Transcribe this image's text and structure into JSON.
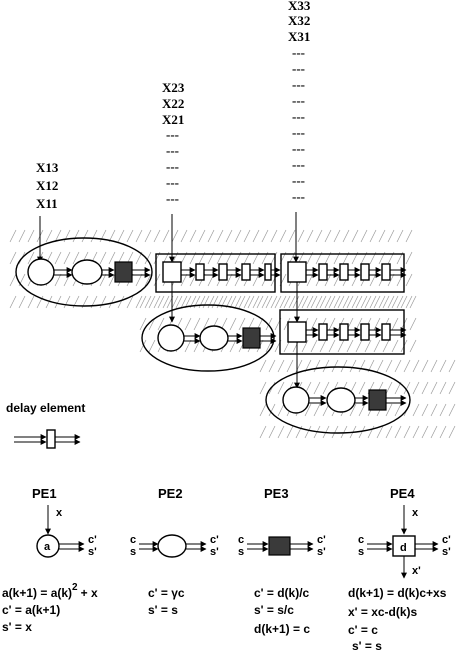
{
  "inputs": {
    "col1": [
      "X13",
      "X12",
      "X11"
    ],
    "col2": [
      "X23",
      "X22",
      "X21"
    ],
    "col3": [
      "X33",
      "X32",
      "X31"
    ],
    "dash": "---"
  },
  "legend": {
    "delay_label": "delay element"
  },
  "pe": {
    "pe1": {
      "title": "PE1",
      "in_x": "x",
      "node_label": "a",
      "out_c": "c'",
      "out_s": "s'",
      "eq1": "a(k+1) = a(k)",
      "eq1_sup": "2",
      "eq1_tail": "+ x",
      "eq2": "c' = a(k+1)",
      "eq3": "s' = x"
    },
    "pe2": {
      "title": "PE2",
      "in_c": "c",
      "in_s": "s",
      "out_c": "c'",
      "out_s": "s'",
      "eq1": "c' = γc",
      "eq2": "s' = s"
    },
    "pe3": {
      "title": "PE3",
      "in_c": "c",
      "in_s": "s",
      "out_c": "c'",
      "out_s": "s'",
      "eq1": "c' = d(k)/c",
      "eq2": "s' = s/c",
      "eq3": "d(k+1) = c"
    },
    "pe4": {
      "title": "PE4",
      "in_x": "x",
      "node_label": "d",
      "in_c": "c",
      "in_s": "s",
      "out_c": "c'",
      "out_s": "s'",
      "out_x": "x'",
      "eq1": "d(k+1) = d(k)c+xs",
      "eq2": "x' = xc-d(k)s",
      "eq3": "c' = c",
      "eq4": "s' = s"
    }
  }
}
